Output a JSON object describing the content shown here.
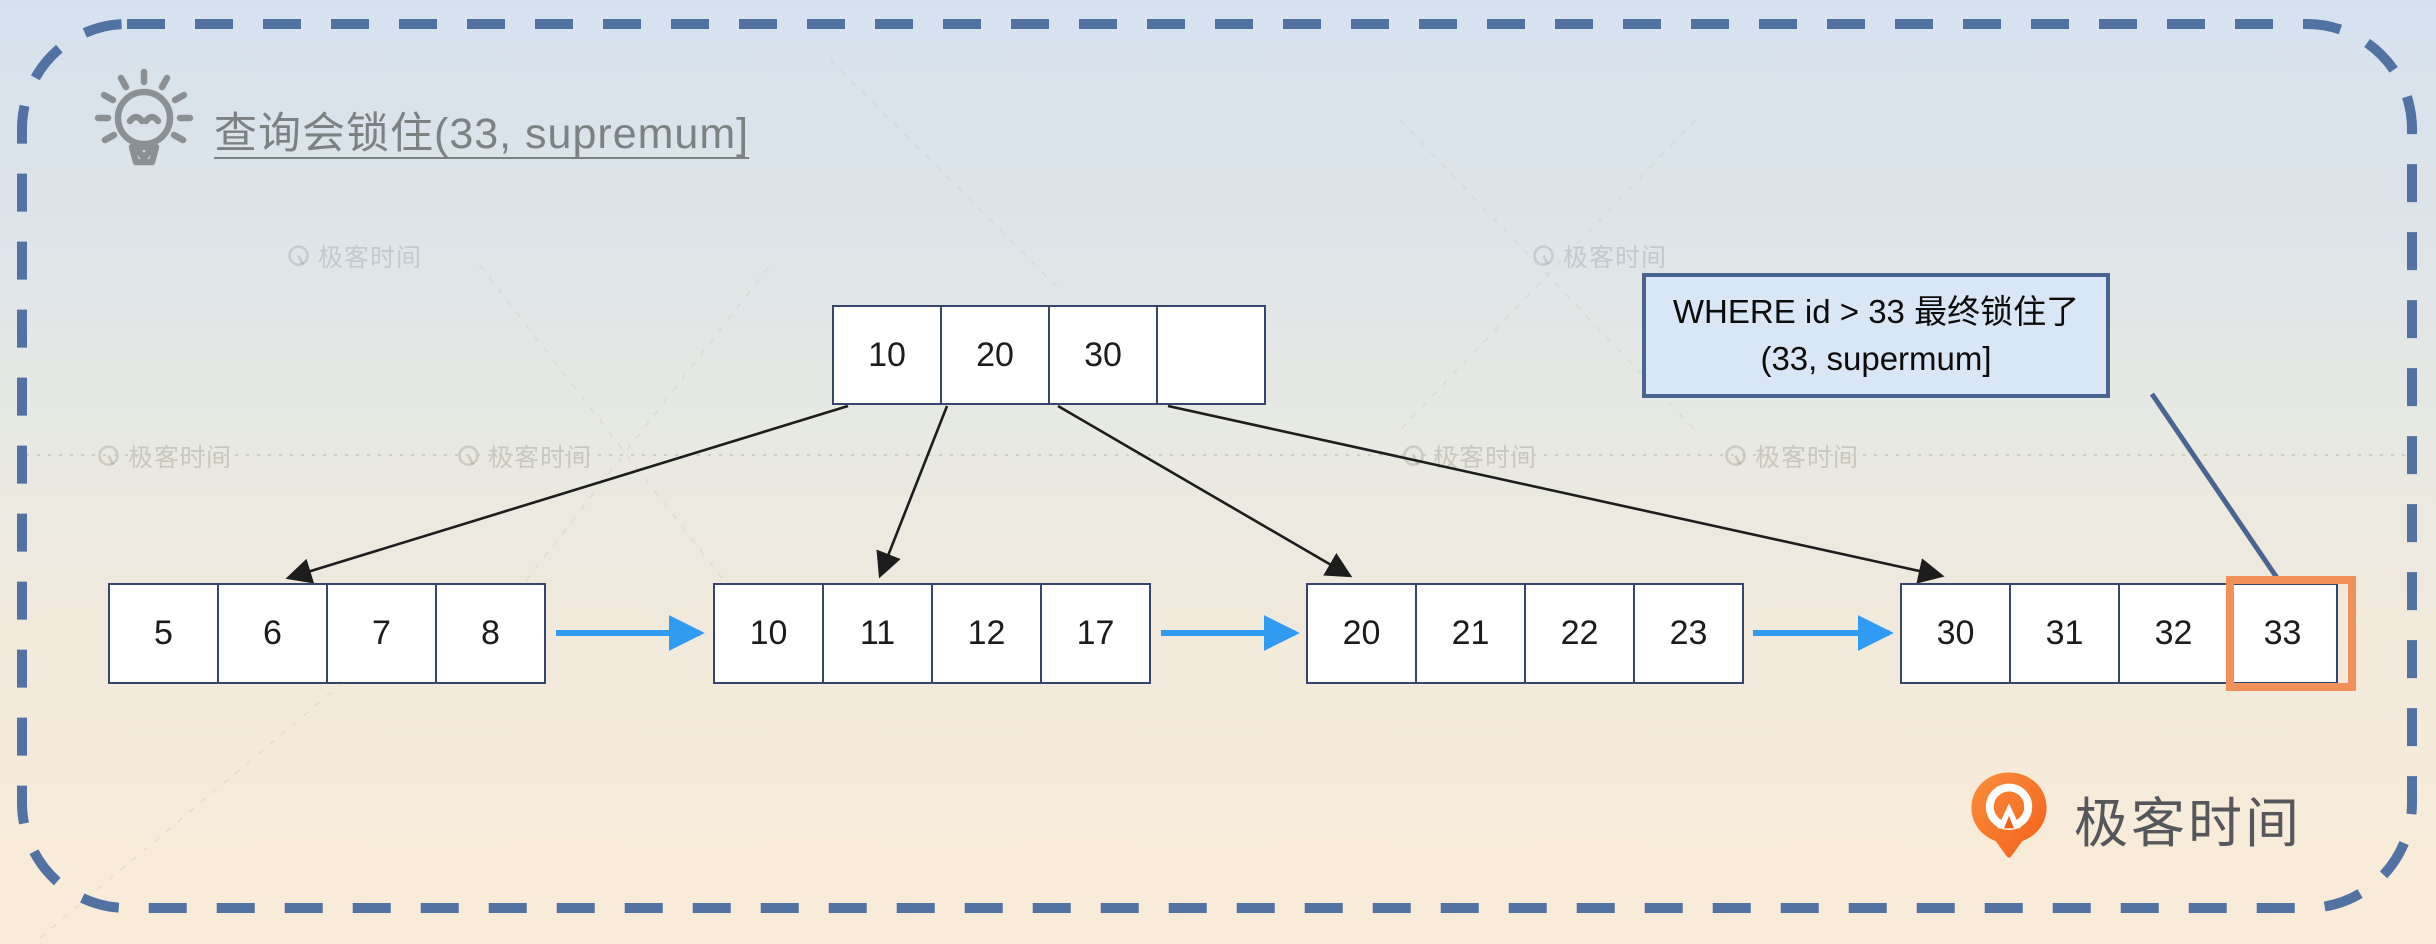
{
  "title": {
    "text": "查询会锁住(33, supremum]"
  },
  "btree": {
    "root": {
      "cells": [
        "10",
        "20",
        "30",
        ""
      ]
    },
    "leaves": [
      {
        "cells": [
          "5",
          "6",
          "7",
          "8"
        ]
      },
      {
        "cells": [
          "10",
          "11",
          "12",
          "17"
        ]
      },
      {
        "cells": [
          "20",
          "21",
          "22",
          "23"
        ]
      },
      {
        "cells": [
          "30",
          "31",
          "32",
          "33"
        ],
        "locked_cell": "33"
      }
    ]
  },
  "callout": {
    "line1": "WHERE id > 33 最终锁住了",
    "line2": "(33, supermum]"
  },
  "watermark": {
    "text": "极客时间"
  },
  "brand": {
    "text": "极客时间"
  },
  "colors": {
    "dashed_border": "#5272a3",
    "cell_border": "#35456b",
    "black_arrow": "#1d1d1d",
    "blue_arrow": "#2f9bf2",
    "highlight_orange": "#f0915c",
    "callout_bg": "#d9e6f6",
    "callout_border": "#4a6491",
    "title_grey": "#7c8184",
    "logo_orange": "#f2601a"
  }
}
